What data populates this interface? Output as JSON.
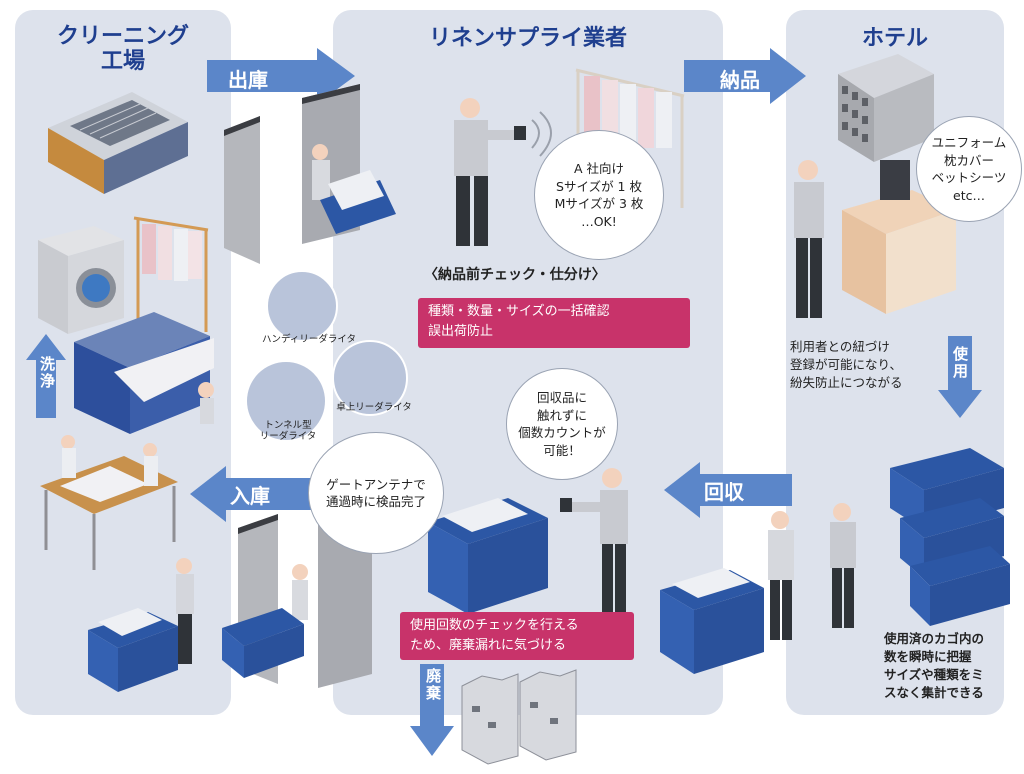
{
  "panels": {
    "factory_title": "クリーニング\n工場",
    "supplier_title": "リネンサプライ業者",
    "hotel_title": "ホテル"
  },
  "arrows": {
    "shukko": "出庫",
    "nouhin": "納品",
    "senjo": "洗浄",
    "nyuko": "入庫",
    "kaishu": "回収",
    "haiki": "廃棄",
    "shiyou": "使用"
  },
  "bubbles": {
    "check": "A 社向け\nSサイズが 1 枚\nMサイズが 3 枚\n…OK!",
    "hotel": "ユニフォーム\n枕カバー\nベットシーツ\netc…",
    "count": "回収品に\n触れずに\n個数カウントが\n可能！",
    "gate": "ゲートアンテナで\n通過時に検品完了"
  },
  "captions": {
    "precheck": "〈納品前チェック・仕分け〉"
  },
  "pink_boxes": {
    "confirm": "種類・数量・サイズの一括確認\n誤出荷防止",
    "usage": "使用回数のチェックを行える\nため、廃棄漏れに気づける"
  },
  "notes": {
    "link": "利用者との紐づけ\n登録が可能になり、\n紛失防止につながる",
    "basket": "使用済のカゴ内の\n数を瞬時に把握\nサイズや種類をミ\nスなく集計できる"
  },
  "readers": {
    "handy": "ハンディリーダライタ",
    "desktop": "卓上リーダライタ",
    "tunnel": "トンネル型\nリーダライタ"
  },
  "colors": {
    "panel": "#dde2ec",
    "arrow": "#5b86c9",
    "title": "#1f3f8f",
    "pink": "#c8336a"
  }
}
